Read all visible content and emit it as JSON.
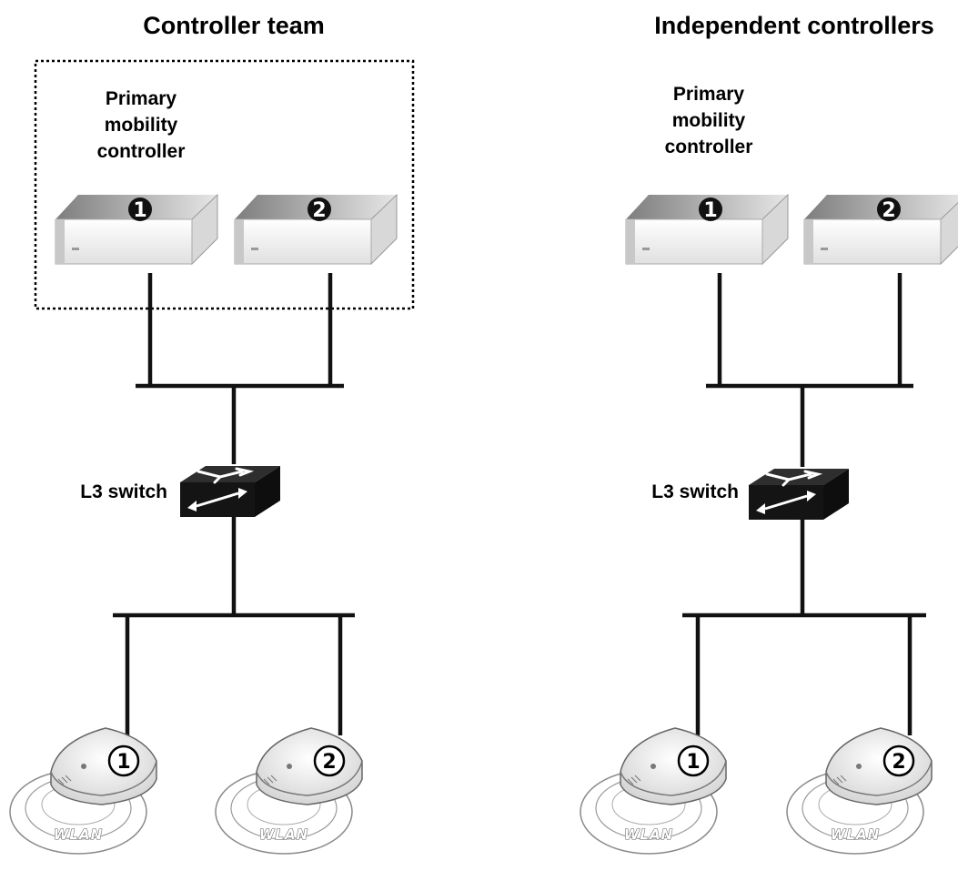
{
  "panels": [
    {
      "title": "Controller team",
      "primary_label": [
        "Primary",
        "mobility",
        "controller"
      ],
      "controllers": [
        "1",
        "2"
      ],
      "switch_label": "L3 switch",
      "access_points": [
        "1",
        "2"
      ],
      "wlan_label": "WLAN",
      "team_boundary": true
    },
    {
      "title": "Independent controllers",
      "primary_label": [
        "Primary",
        "mobility",
        "controller"
      ],
      "controllers": [
        "1",
        "2"
      ],
      "switch_label": "L3 switch",
      "access_points": [
        "1",
        "2"
      ],
      "wlan_label": "WLAN",
      "team_boundary": false
    }
  ],
  "colors": {
    "wire": "#111111",
    "controller_top": "#9e9e9e",
    "controller_front": "#f2f2f2",
    "switch": "#1a1a1a",
    "wlan_ring": "#8a8a8a"
  },
  "icons": {
    "controller": "controller-icon",
    "switch": "l3-switch-icon",
    "access_point": "access-point-icon",
    "wlan": "wlan-coverage-icon"
  }
}
